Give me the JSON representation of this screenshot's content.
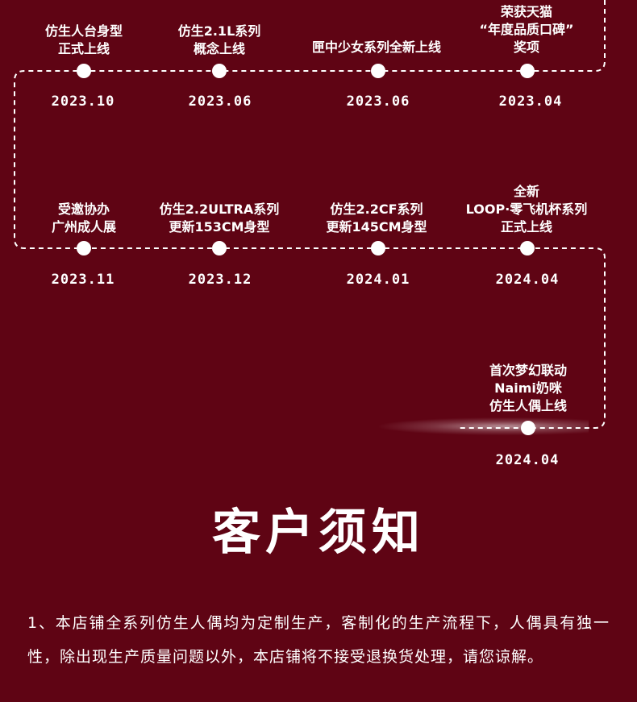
{
  "timeline": {
    "rows": [
      {
        "events": [
          {
            "lines": [
              "仿生人台身型",
              "正式上线"
            ],
            "date": "2023.10"
          },
          {
            "lines": [
              "仿生2.1L系列",
              "概念上线"
            ],
            "date": "2023.06"
          },
          {
            "lines": [
              "匣中少女系列全新上线"
            ],
            "date": "2023.06"
          },
          {
            "lines": [
              "荣获天猫",
              "“年度品质口碑”",
              "奖项"
            ],
            "date": "2023.04"
          }
        ]
      },
      {
        "events": [
          {
            "lines": [
              "受邀协办",
              "广州成人展"
            ],
            "date": "2023.11"
          },
          {
            "lines": [
              "仿生2.2ULTRA系列",
              "更新153CM身型"
            ],
            "date": "2023.12"
          },
          {
            "lines": [
              "仿生2.2CF系列",
              "更新145CM身型"
            ],
            "date": "2024.01"
          },
          {
            "lines": [
              "全新",
              "LOOP·零飞机杯系列",
              "正式上线"
            ],
            "date": "2024.04"
          }
        ]
      },
      {
        "events": [
          {
            "lines": [
              "首次梦幻联动",
              "Naimi奶咪",
              "仿生人偶上线"
            ],
            "date": "2024.04"
          }
        ]
      }
    ]
  },
  "section": {
    "title": "客户须知"
  },
  "notice": {
    "paragraph": "1、本店铺全系列仿生人偶均为定制生产，客制化的生产流程下，人偶具有独一性，除出现生产质量问题以外，本店铺将不接受退换货处理，请您谅解。"
  },
  "colors": {
    "background": "#5f0414",
    "foreground": "#ffffff"
  }
}
